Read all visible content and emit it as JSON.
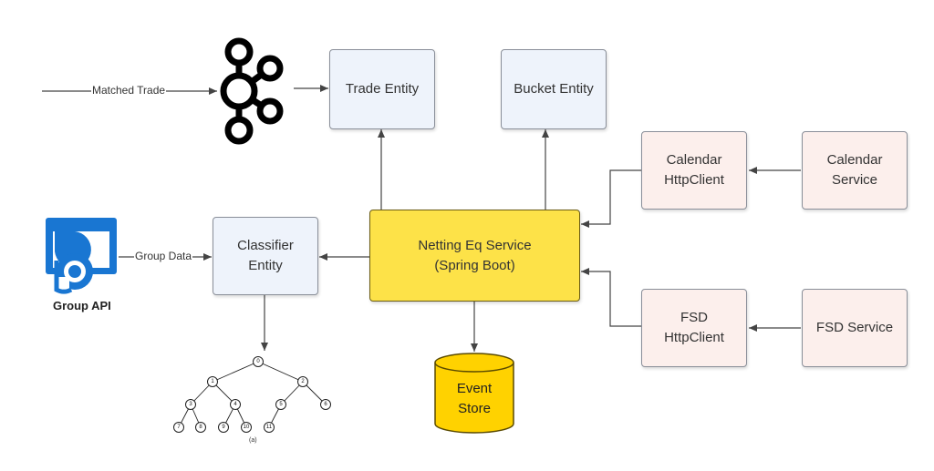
{
  "nodes": {
    "trade_entity": "Trade Entity",
    "bucket_entity": "Bucket Entity",
    "classifier_entity": "Classifier Entity",
    "netting_service": "Netting Eq Service (Spring Boot)",
    "event_store": "Event Store",
    "calendar_client": "Calendar HttpClient",
    "calendar_service": "Calendar Service",
    "fsd_client": "FSD HttpClient",
    "fsd_service": "FSD Service",
    "group_api": "Group API"
  },
  "edges": {
    "matched_trade": "Matched Trade",
    "group_data": "Group Data"
  },
  "tree": {
    "nodes": [
      "0",
      "1",
      "2",
      "3",
      "4",
      "5",
      "6",
      "7",
      "8",
      "9",
      "10",
      "11"
    ],
    "caption": "(a)"
  },
  "icons": {
    "kafka": "kafka-logo-icon",
    "group_api": "group-api-icon"
  },
  "colors": {
    "entity_fill": "#eef3fb",
    "client_fill": "#fcefec",
    "service_fill": "#fde248",
    "event_store_fill": "#ffd200",
    "group_api_blue": "#1976d2"
  }
}
